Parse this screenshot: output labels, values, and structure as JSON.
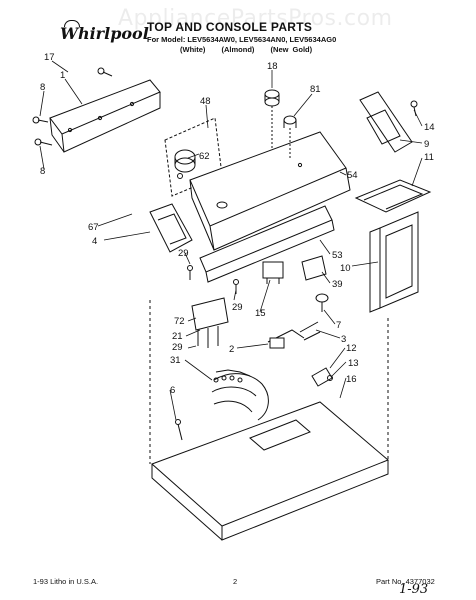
{
  "watermark": "AppliancePartsPros.com",
  "brand": "Whirlpool",
  "header": {
    "title": "TOP AND CONSOLE PARTS",
    "models": "For Model: LEV5634AW0, LEV5634AN0, LEV5634AG0",
    "colors": [
      "(White)",
      "(Almond)",
      "(New Gold)"
    ]
  },
  "callouts": [
    "17",
    "1",
    "8",
    "8",
    "48",
    "62",
    "18",
    "81",
    "14",
    "9",
    "11",
    "54",
    "67",
    "4",
    "53",
    "10",
    "39",
    "29",
    "72",
    "15",
    "21",
    "29",
    "7",
    "2",
    "3",
    "12",
    "13",
    "16",
    "31",
    "6",
    "29"
  ],
  "footer": {
    "litho": "1-93 Litho in U.S.A.",
    "page": "2",
    "part": "Part No. 4377032",
    "handwritten": "1-93"
  }
}
